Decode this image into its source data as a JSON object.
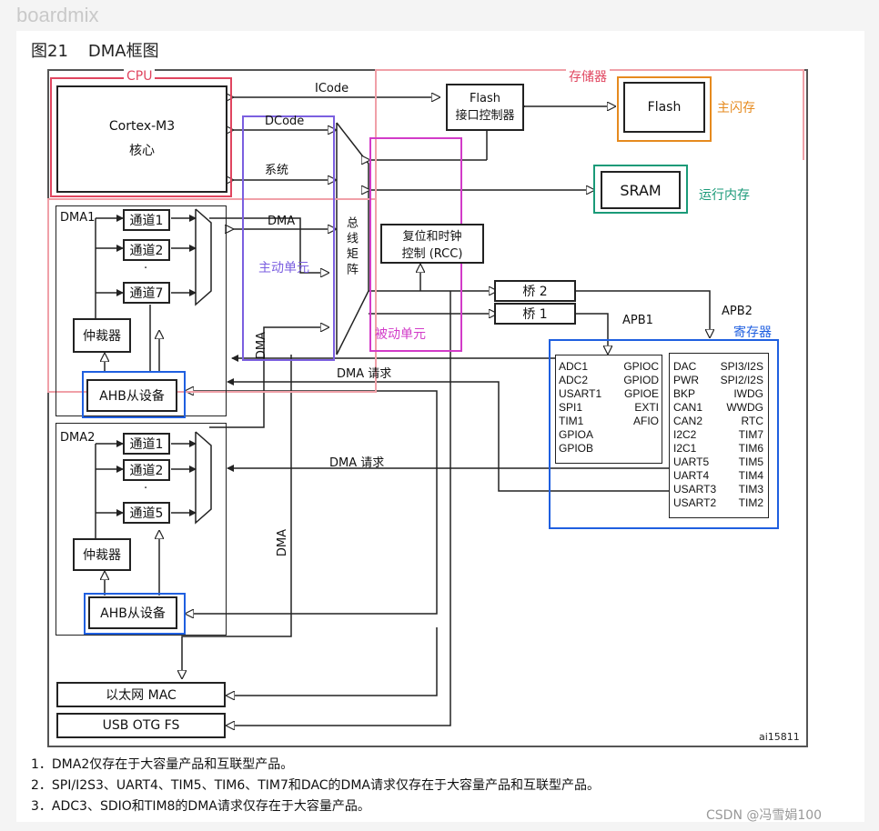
{
  "watermark_top": "boardmix",
  "watermark_bottom": "CSDN @冯雪娟100",
  "figure": {
    "number": "图21",
    "title": "DMA框图"
  },
  "annotations": {
    "cpu": "CPU",
    "memory": "存储器",
    "main_flash": "主闪存",
    "run_memory": "运行内存",
    "active_unit": "主动单元",
    "passive_unit": "被动单元",
    "registers": "寄存器"
  },
  "colors": {
    "cpu": "#e0455f",
    "memory": "#f0a0a8",
    "main_flash": "#e68a1e",
    "run_memory": "#1a9a78",
    "active_unit": "#7b5fe0",
    "passive_unit": "#d23bc8",
    "registers": "#1f5fe0",
    "ahb": "#1f5fe0"
  },
  "blocks": {
    "core_line1": "Cortex-M3",
    "core_line2": "核心",
    "flash_if_line1": "Flash",
    "flash_if_line2": "接口控制器",
    "flash": "Flash",
    "sram": "SRAM",
    "rcc_line1": "复位和时钟",
    "rcc_line2": "控制 (RCC)",
    "bus_matrix": "总线矩阵",
    "bridge2": "桥 2",
    "bridge1": "桥 1",
    "dma1": "DMA1",
    "dma2": "DMA2",
    "arbiter": "仲裁器",
    "ahb_slave": "AHB从设备",
    "ethernet": "以太网 MAC",
    "usb": "USB OTG FS",
    "figure_id": "ai15811"
  },
  "dma1_channels": [
    "通道1",
    "通道2",
    "通道7"
  ],
  "dma2_channels": [
    "通道1",
    "通道2",
    "通道5"
  ],
  "bus_labels": {
    "icode": "ICode",
    "dcode": "DCode",
    "system": "系统",
    "dma": "DMA",
    "dma_vertical1": "DMA",
    "dma_vertical2": "DMA",
    "dma_request1": "DMA 请求",
    "dma_request2": "DMA 请求",
    "apb1": "APB1",
    "apb2": "APB2",
    "ellipsis": "·"
  },
  "apb1_peripherals_left": [
    "ADC1",
    "ADC2",
    "USART1",
    "SPI1",
    "TIM1",
    "GPIOA",
    "GPIOB"
  ],
  "apb1_peripherals_right": [
    "GPIOC",
    "GPIOD",
    "GPIOE",
    "EXTI",
    "AFIO"
  ],
  "apb2_peripherals_left": [
    "DAC",
    "PWR",
    "BKP",
    "CAN1",
    "CAN2",
    "I2C2",
    "I2C1",
    "UART5",
    "UART4",
    "USART3",
    "USART2"
  ],
  "apb2_peripherals_right": [
    "SPI3/I2S",
    "SPI2/I2S",
    "IWDG",
    "WWDG",
    "RTC",
    "TIM7",
    "TIM6",
    "TIM5",
    "TIM4",
    "TIM3",
    "TIM2"
  ],
  "notes": [
    "1．DMA2仅存在于大容量产品和互联型产品。",
    "2．SPI/I2S3、UART4、TIM5、TIM6、TIM7和DAC的DMA请求仅存在于大容量产品和互联型产品。",
    "3．ADC3、SDIO和TIM8的DMA请求仅存在于大容量产品。"
  ]
}
